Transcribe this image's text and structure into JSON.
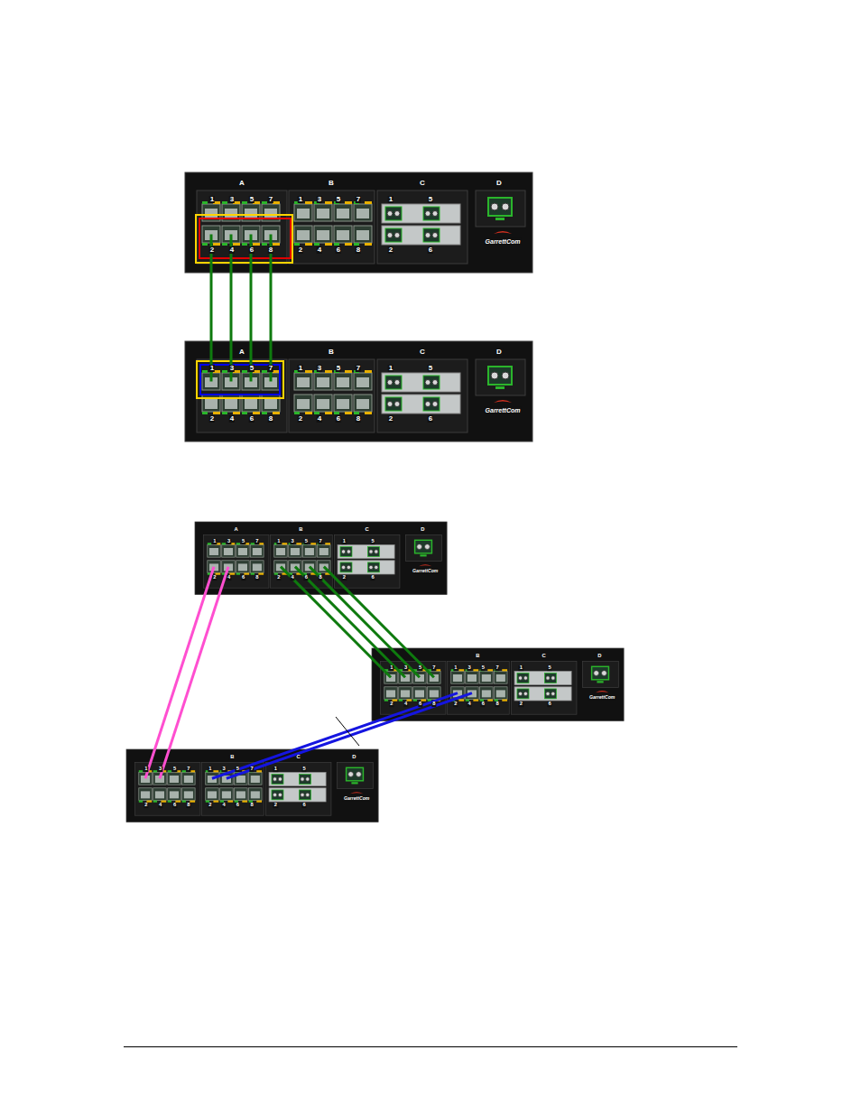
{
  "diagram": {
    "nodes": [
      {
        "text": [
          "A",
          "B",
          "C",
          "D",
          "1",
          "3",
          "5",
          "7",
          "1",
          "3",
          "5",
          "7",
          "1",
          "5",
          "2",
          "4",
          "6",
          "8",
          "2",
          "4",
          "6",
          "8",
          "2",
          "6",
          "GarrettCom"
        ]
      },
      {
        "text": [
          "A",
          "B",
          "C",
          "D",
          "1",
          "3",
          "5",
          "7",
          "1",
          "3",
          "5",
          "7",
          "1",
          "5",
          "2",
          "4",
          "6",
          "8",
          "2",
          "4",
          "6",
          "8",
          "2",
          "6",
          "GarrettCom"
        ]
      },
      {
        "text": [
          "A",
          "B",
          "C",
          "D",
          "1",
          "3",
          "5",
          "7",
          "1",
          "3",
          "5",
          "7",
          "1",
          "5",
          "2",
          "4",
          "6",
          "8",
          "2",
          "4",
          "6",
          "8",
          "2",
          "6",
          "GarrettCom"
        ]
      },
      {
        "text": [
          "B",
          "C",
          "D",
          "1",
          "3",
          "5",
          "7",
          "1",
          "3",
          "5",
          "7",
          "1",
          "5",
          "2",
          "4",
          "6",
          "8",
          "2",
          "4",
          "6",
          "8",
          "2",
          "6",
          "GarrettCom"
        ]
      },
      {
        "text": [
          "B",
          "C",
          "D",
          "1",
          "3",
          "5",
          "7",
          "1",
          "3",
          "5",
          "7",
          "1",
          "5",
          "2",
          "4",
          "6",
          "8",
          "2",
          "4",
          "6",
          "8",
          "2",
          "6",
          "GarrettCom"
        ]
      }
    ],
    "edges": [
      {
        "from": 0,
        "to": 1,
        "arrow": "none"
      },
      {
        "from": 0,
        "to": 1,
        "arrow": "none"
      },
      {
        "from": 0,
        "to": 1,
        "arrow": "none"
      },
      {
        "from": 0,
        "to": 1,
        "arrow": "none"
      },
      {
        "from": 2,
        "to": 4,
        "arrow": "none"
      },
      {
        "from": 2,
        "to": 4,
        "arrow": "none"
      },
      {
        "from": 2,
        "to": 3,
        "arrow": "none"
      },
      {
        "from": 2,
        "to": 3,
        "arrow": "none"
      },
      {
        "from": 2,
        "to": 3,
        "arrow": "none"
      },
      {
        "from": 2,
        "to": 3,
        "arrow": "none"
      },
      {
        "from": 3,
        "to": 4,
        "arrow": "none"
      },
      {
        "from": 3,
        "to": 4,
        "arrow": "none"
      }
    ]
  }
}
